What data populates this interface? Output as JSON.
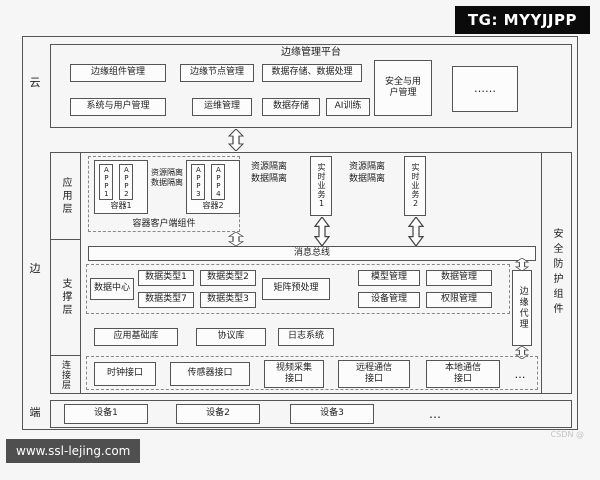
{
  "page": {
    "tg_badge": "TG: MYYJJPP",
    "site_badge": "www.ssl-lejing.com",
    "watermark": "CSDN @"
  },
  "cloud": {
    "side_label": "云",
    "title": "边缘管理平台",
    "boxes_row1": [
      "边缘组件管理",
      "边缘节点管理",
      "数据存储、数据处理"
    ],
    "security_user_mgmt": "安全与用\n户管理",
    "ellipsis": "……",
    "boxes_row2": [
      "系统与用户管理",
      "运维管理",
      "数据存储",
      "AI训练"
    ]
  },
  "edge": {
    "side_label": "边",
    "security_component": "安全防护组件",
    "app_layer": {
      "label": "应用层",
      "container_client_label": "容器客户端组件",
      "container1": {
        "label": "容器1",
        "apps": [
          "APP1",
          "APP2"
        ]
      },
      "container2": {
        "label": "容器2",
        "apps": [
          "APP3",
          "APP4"
        ]
      },
      "isolation": "资源隔离\n数据隔离",
      "realtime1": "实时业务1",
      "realtime2": "实时业务2"
    },
    "support_layer": {
      "label": "支撑层",
      "message_bus": "消息总线",
      "data_center": "数据中心",
      "data_types": [
        "数据类型1",
        "数据类型2",
        "数据类型7",
        "数据类型3"
      ],
      "matrix_preprocess": "矩阵预处理",
      "mgmt_boxes": [
        "模型管理",
        "数据管理",
        "设备管理",
        "权限管理"
      ],
      "lib_boxes": [
        "应用基础库",
        "协议库",
        "日志系统"
      ],
      "edge_agent": "边缘代理"
    },
    "connect_layer": {
      "label": "连接层",
      "interfaces": [
        "时钟接口",
        "传感器接口",
        "视频采集\n接口",
        "远程通信\n接口",
        "本地通信\n接口"
      ],
      "ellipsis": "…"
    }
  },
  "end": {
    "side_label": "端",
    "devices": [
      "设备1",
      "设备2",
      "设备3"
    ],
    "ellipsis": "…"
  }
}
